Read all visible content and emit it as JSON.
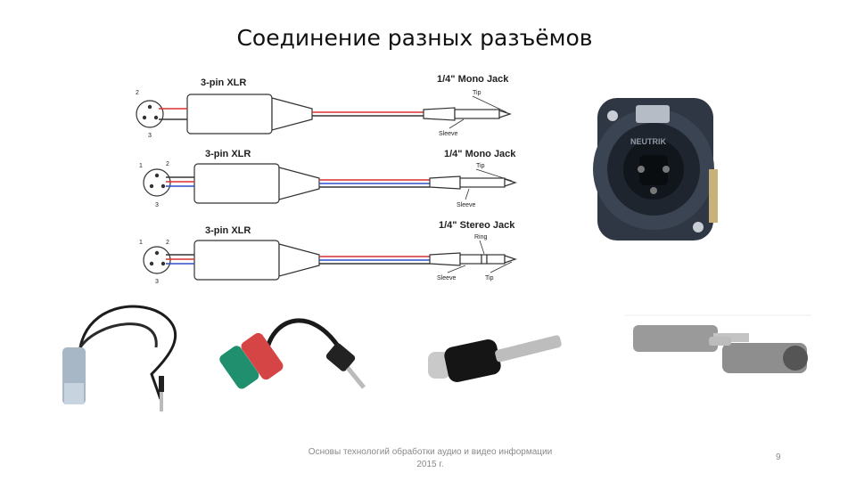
{
  "slide": {
    "title": "Соединение разных разъёмов",
    "footer_line1": "Основы технологий обработки аудио и видео информации",
    "footer_line2": "2015 г.",
    "page_number": "9"
  },
  "diagram": {
    "rows": [
      {
        "left_label": "3-pin XLR",
        "right_label": "1/4\" Mono Jack",
        "tip": "Tip",
        "sleeve": "Sleeve"
      },
      {
        "left_label": "3-pin XLR",
        "right_label": "1/4\" Mono Jack",
        "tip": "Tip",
        "sleeve": "Sleeve"
      },
      {
        "left_label": "3-pin XLR",
        "right_label": "1/4\" Stereo Jack",
        "ring": "Ring",
        "sleeve": "Sleeve",
        "tip": "Tip"
      }
    ],
    "pin_labels": {
      "pin1": "1",
      "pin2": "2",
      "pin3": "3"
    },
    "wire_colors": {
      "hot": "#d93030",
      "cold": "#2b4fc9",
      "shield": "#333333"
    }
  },
  "photos": {
    "combo_connector_text": "NEUTRIK"
  }
}
